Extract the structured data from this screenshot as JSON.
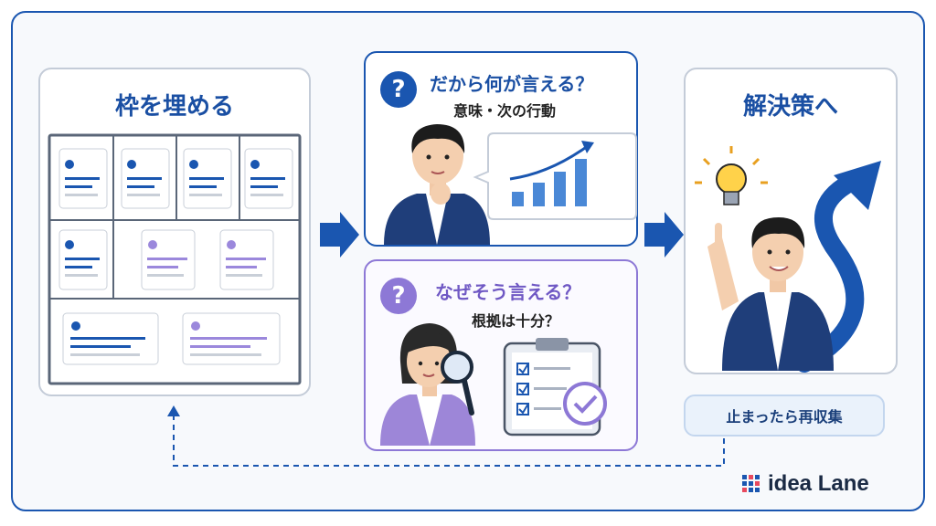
{
  "left_panel": {
    "title": "枠を埋める"
  },
  "top_card": {
    "question": "だから何が言える？",
    "subtitle": "意味・次の行動"
  },
  "bottom_card": {
    "question": "なぜそう言える？",
    "subtitle": "根拠は十分？"
  },
  "right_panel": {
    "title": "解決策へ"
  },
  "loop_label": "止まったら再収集",
  "logo": {
    "text": "idea Lane"
  },
  "colors": {
    "primary": "#1a56b0",
    "purple": "#8d78d6",
    "frame": "#1a56b0"
  },
  "icons": {
    "question": "?",
    "check": "✓"
  }
}
